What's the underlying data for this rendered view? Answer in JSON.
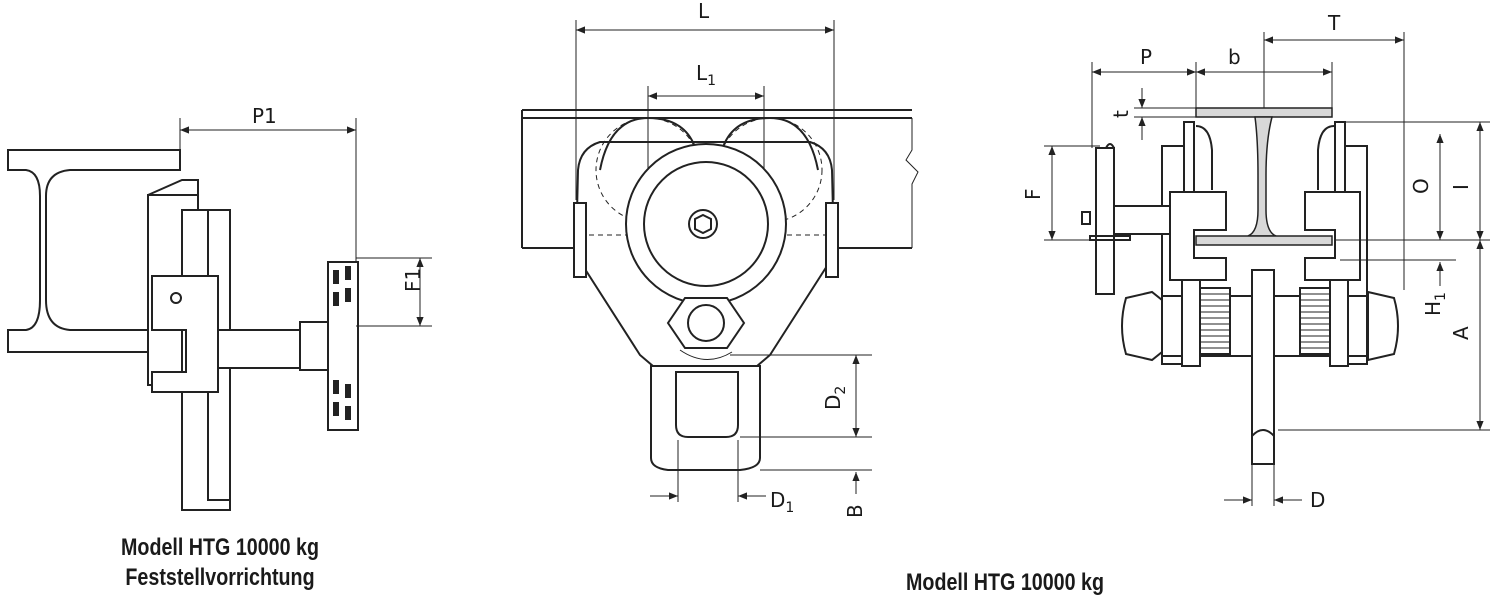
{
  "captions": {
    "left_line1": "Modell HTG  10000 kg",
    "left_line2": "Feststellvorrichtung",
    "right": "Modell HTG  10000 kg"
  },
  "labels": {
    "P1": "P1",
    "F1": "F1",
    "L": "L",
    "L1_main": "L",
    "L1_sub": "1",
    "D2_main": "D",
    "D2_sub": "2",
    "D1_main": "D",
    "D1_sub": "1",
    "B": "B",
    "P": "P",
    "b": "b",
    "T": "T",
    "t": "t",
    "F": "F",
    "O": "O",
    "I": "I",
    "H1_main": "H",
    "H1_sub": "1",
    "A": "A",
    "D": "D"
  }
}
